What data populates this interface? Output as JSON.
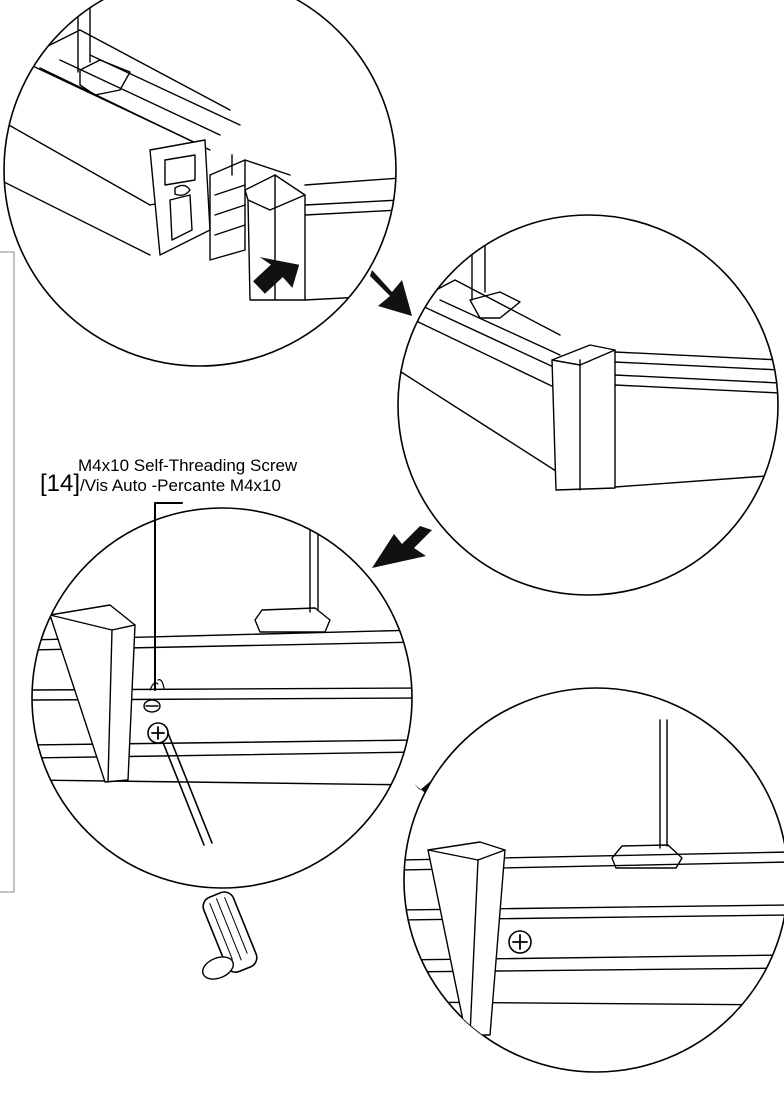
{
  "callout": {
    "number": "[14]",
    "line1": "M4x10 Self-Threading Screw",
    "line2": "/Vis Auto -Percante M4x10"
  },
  "colors": {
    "ink": "#000000",
    "background": "#ffffff",
    "frame_border": "#9a9a9a",
    "arrow": "#111111"
  },
  "icons": [
    "push-arrow-icon",
    "step-arrow-icon",
    "screwdriver-icon",
    "screw-head-icon"
  ]
}
